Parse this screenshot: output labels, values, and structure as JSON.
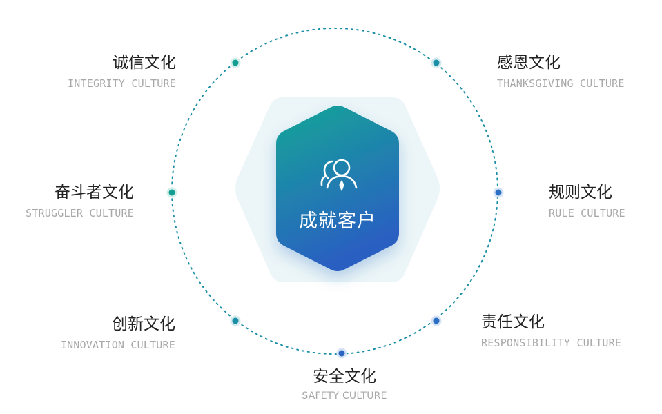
{
  "center": {
    "title": "成就客户",
    "icon": "users-tie-icon"
  },
  "colors": {
    "ring_dot": "#1b8fa5",
    "node_teal": "#1aa79b",
    "node_blue": "#2a6fc4",
    "gradient_top": "#17a59a",
    "gradient_bottom": "#2b63c2",
    "outer_hexagon": "#eef5f7"
  },
  "nodes": {
    "integrity": {
      "zh": "诚信文化",
      "en": "INTEGRITY CULTURE"
    },
    "thanks": {
      "zh": "感恩文化",
      "en": "THANKSGIVING CULTURE"
    },
    "struggler": {
      "zh": "奋斗者文化",
      "en": "STRUGGLER CULTURE"
    },
    "rule": {
      "zh": "规则文化",
      "en": "RULE CULTURE"
    },
    "innovation": {
      "zh": "创新文化",
      "en": "INNOVATION CULTURE"
    },
    "respons": {
      "zh": "责任文化",
      "en": "RESPONSIBILITY CULTURE"
    },
    "safety": {
      "zh": "安全文化",
      "en": "SAFETY CULTURE"
    }
  }
}
